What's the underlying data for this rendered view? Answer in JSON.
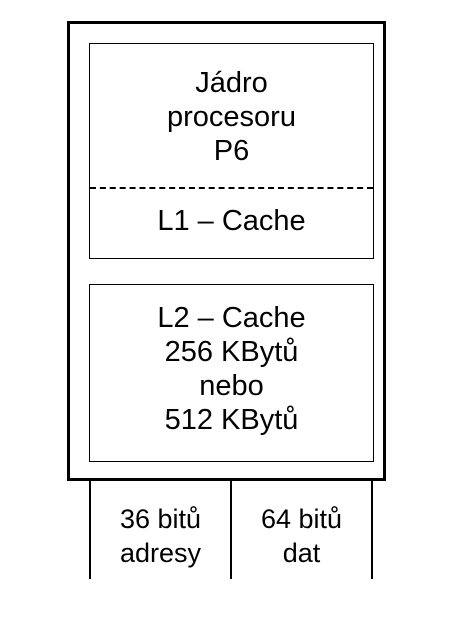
{
  "core": {
    "line1": "Jádro",
    "line2": "procesoru",
    "line3": "P6",
    "l1": "L1 – Cache"
  },
  "l2": {
    "line1": "L2 – Cache",
    "line2": "256 KBytů",
    "line3": "nebo",
    "line4": "512 KBytů"
  },
  "bus": {
    "address_line1": "36 bitů",
    "address_line2": "adresy",
    "data_line1": "64 bitů",
    "data_line2": "dat"
  }
}
